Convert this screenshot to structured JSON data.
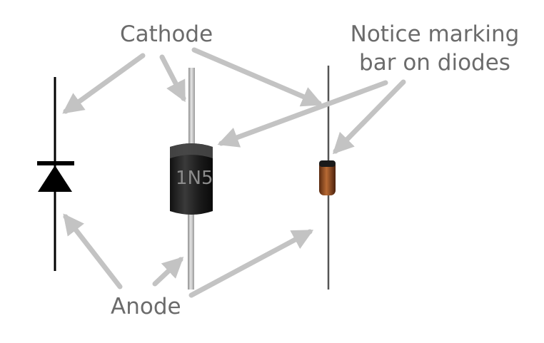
{
  "labels": {
    "cathode": "Cathode",
    "anode": "Anode",
    "notice_line1": "Notice marking",
    "notice_line2": "bar on diodes"
  },
  "diode_marking": "1N5",
  "colors": {
    "arrow": "#c3c3c3",
    "label_text": "#6b6b6b",
    "symbol": "#000000",
    "large_body": "#1e1e1e",
    "small_body": "#8a4a22",
    "lead": "#bdbdbd"
  }
}
